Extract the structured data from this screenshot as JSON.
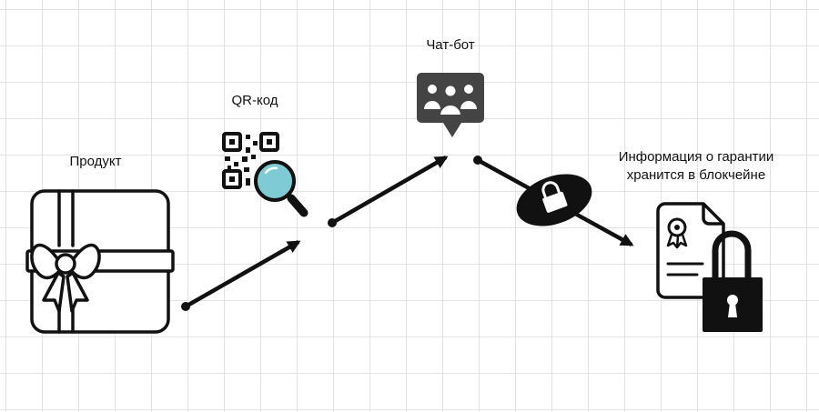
{
  "nodes": {
    "product": {
      "label": "Продукт",
      "icon": "gift-box-icon"
    },
    "qr": {
      "label": "QR-код",
      "icon": "qr-search-icon"
    },
    "chatbot": {
      "label": "Чат-бот",
      "icon": "chat-group-icon"
    },
    "blockchain": {
      "label_line1": "Информация о гарантии",
      "label_line2": "хранится в блокчейне",
      "icon": "certificate-lock-icon"
    }
  },
  "connectors": [
    {
      "from": "product",
      "to": "qr",
      "style": "arrow"
    },
    {
      "from": "qr",
      "to": "chatbot",
      "style": "arrow"
    },
    {
      "from": "chatbot",
      "to": "blockchain",
      "style": "arrow-with-lock-badge"
    }
  ],
  "colors": {
    "ink": "#111111",
    "chat_icon": "#444444",
    "magnifier_lens": "#7fcbd3",
    "grid": "#e4e4e4"
  }
}
